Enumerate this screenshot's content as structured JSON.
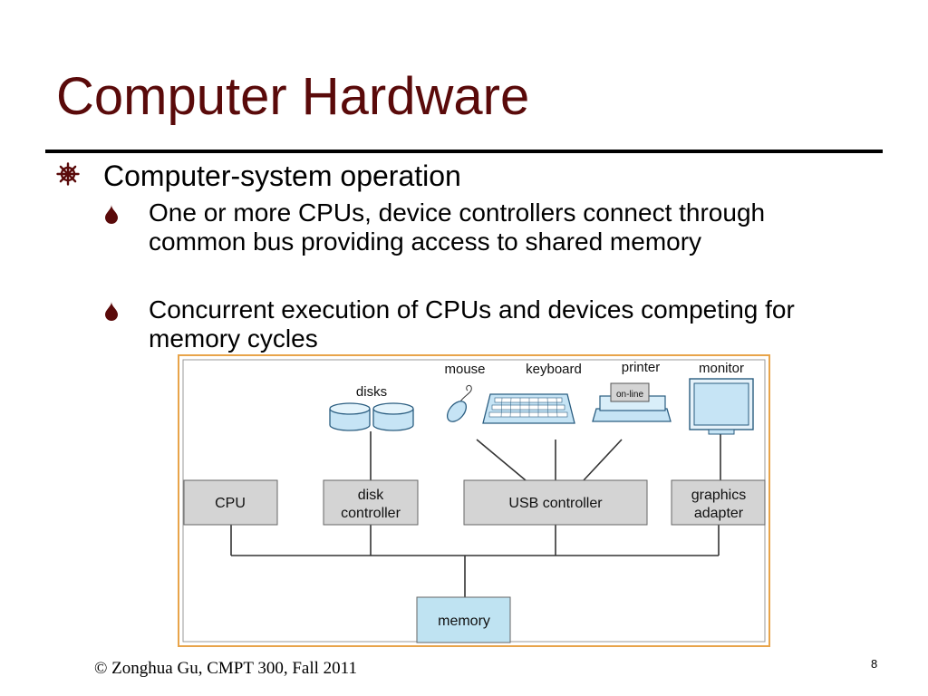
{
  "slide": {
    "title": "Computer Hardware",
    "bullet": "Computer-system operation",
    "subbullets": [
      "One or more CPUs, device controllers connect through common bus providing access to shared memory",
      "Concurrent execution of CPUs and devices competing for memory cycles"
    ],
    "footer": "© Zonghua Gu, CMPT 300, Fall 2011",
    "page_number": "8"
  },
  "diagram": {
    "devices": {
      "disks": "disks",
      "mouse": "mouse",
      "keyboard": "keyboard",
      "printer": "printer",
      "printer_panel": "on-line",
      "monitor": "monitor"
    },
    "boxes": {
      "cpu": "CPU",
      "disk_controller_line1": "disk",
      "disk_controller_line2": "controller",
      "usb_controller": "USB controller",
      "graphics_adapter_line1": "graphics",
      "graphics_adapter_line2": "adapter",
      "memory": "memory"
    }
  },
  "colors": {
    "title": "#5a0a0a",
    "controller_fill": "#d4d4d4",
    "memory_fill": "#bfe3f2",
    "device_fill": "#c6e4f5",
    "frame_border": "#e8a44a"
  },
  "icons": {
    "bullet1": "ship-wheel-icon",
    "subbullet": "droplet-icon"
  }
}
